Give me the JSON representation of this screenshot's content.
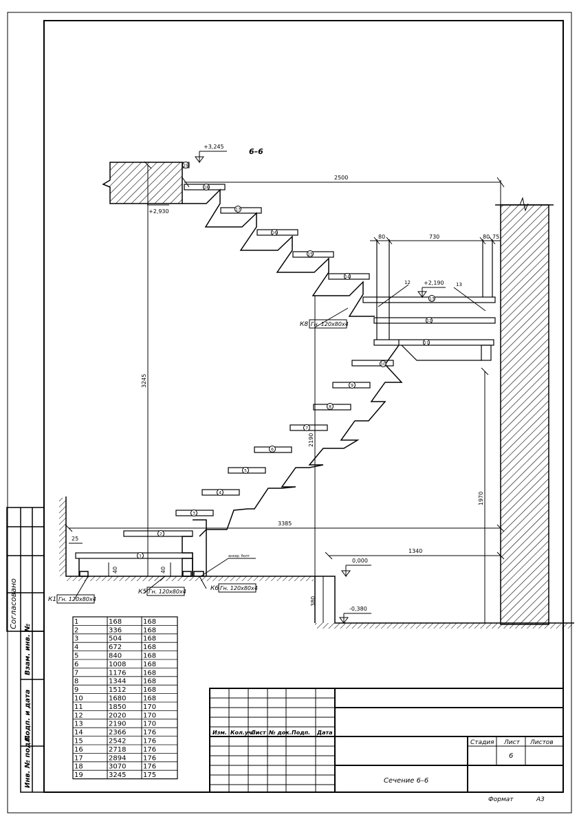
{
  "section_title": "6–6",
  "elevations": {
    "top": "+3,245",
    "upper_slab": "+2,930",
    "landing": "+2,190",
    "floor": "0,000",
    "lower": "-0,380"
  },
  "dimensions": {
    "upper_span": "2500",
    "total_height": "3245",
    "total_span": "3385",
    "landing_height": "2190",
    "wall_height": "1970",
    "floor_span": "1340",
    "pit_depth": "380",
    "offset_25": "25",
    "gap_40a": "40",
    "gap_40b": "40",
    "landing_80a": "80",
    "landing_730": "730",
    "landing_80b": "80",
    "landing_75": "75"
  },
  "callouts": {
    "k1_label": "К1",
    "k1_profile": "Гн. 120х80х4",
    "k5_label": "К5",
    "k5_profile": "Гн. 120х80х4",
    "k6_label": "К6",
    "k6_profile": "Гн. 120х80х4",
    "k8_label": "К8",
    "k8_profile": "Гн. 120х80х4",
    "anchor_note": "анкер. болт",
    "t12": "12",
    "t13": "13"
  },
  "step_numbers": [
    "1",
    "2",
    "3",
    "4",
    "5",
    "6",
    "7",
    "8",
    "9",
    "10",
    "11",
    "12",
    "13",
    "14",
    "15",
    "16",
    "17",
    "18",
    "19"
  ],
  "step_table": [
    [
      "1",
      "168",
      "168"
    ],
    [
      "2",
      "336",
      "168"
    ],
    [
      "3",
      "504",
      "168"
    ],
    [
      "4",
      "672",
      "168"
    ],
    [
      "5",
      "840",
      "168"
    ],
    [
      "6",
      "1008",
      "168"
    ],
    [
      "7",
      "1176",
      "168"
    ],
    [
      "8",
      "1344",
      "168"
    ],
    [
      "9",
      "1512",
      "168"
    ],
    [
      "10",
      "1680",
      "168"
    ],
    [
      "11",
      "1850",
      "170"
    ],
    [
      "12",
      "2020",
      "170"
    ],
    [
      "13",
      "2190",
      "170"
    ],
    [
      "14",
      "2366",
      "176"
    ],
    [
      "15",
      "2542",
      "176"
    ],
    [
      "16",
      "2718",
      "176"
    ],
    [
      "17",
      "2894",
      "176"
    ],
    [
      "18",
      "3070",
      "176"
    ],
    [
      "19",
      "3245",
      "175"
    ]
  ],
  "side_stamp": {
    "agreed": "Согласовано",
    "inv_replace": "Взам. инв. №",
    "sign_date": "Подп. и дата",
    "inv_orig": "Инв. № подл."
  },
  "title_block": {
    "col_izm": "Изм.",
    "col_kol": "Кол.уч.",
    "col_list": "Лист",
    "col_doc": "№ док.",
    "col_sign": "Подп.",
    "col_date": "Дата",
    "stage": "Стадия",
    "sheet": "Лист",
    "sheets": "Листов",
    "sheet_no": "6",
    "drawing_name": "Сечение 6–6",
    "format_label": "Формат",
    "format_value": "А3"
  }
}
